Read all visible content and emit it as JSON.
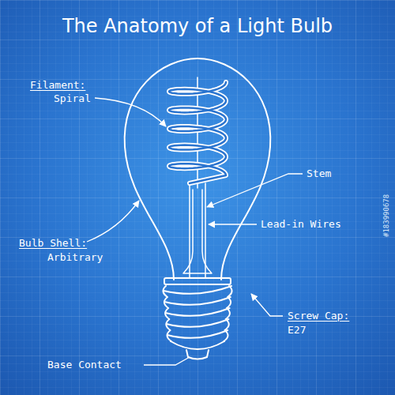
{
  "diagram": {
    "title": "The Anatomy of a Light Bulb",
    "labels": [
      "Filament:",
      "Spiral",
      "Stem",
      "Lead-in Wires",
      "Bulb Shell:",
      "Arbitrary",
      "Screw Cap:",
      "E27",
      "Base Contact",
      "#183990678"
    ]
  }
}
